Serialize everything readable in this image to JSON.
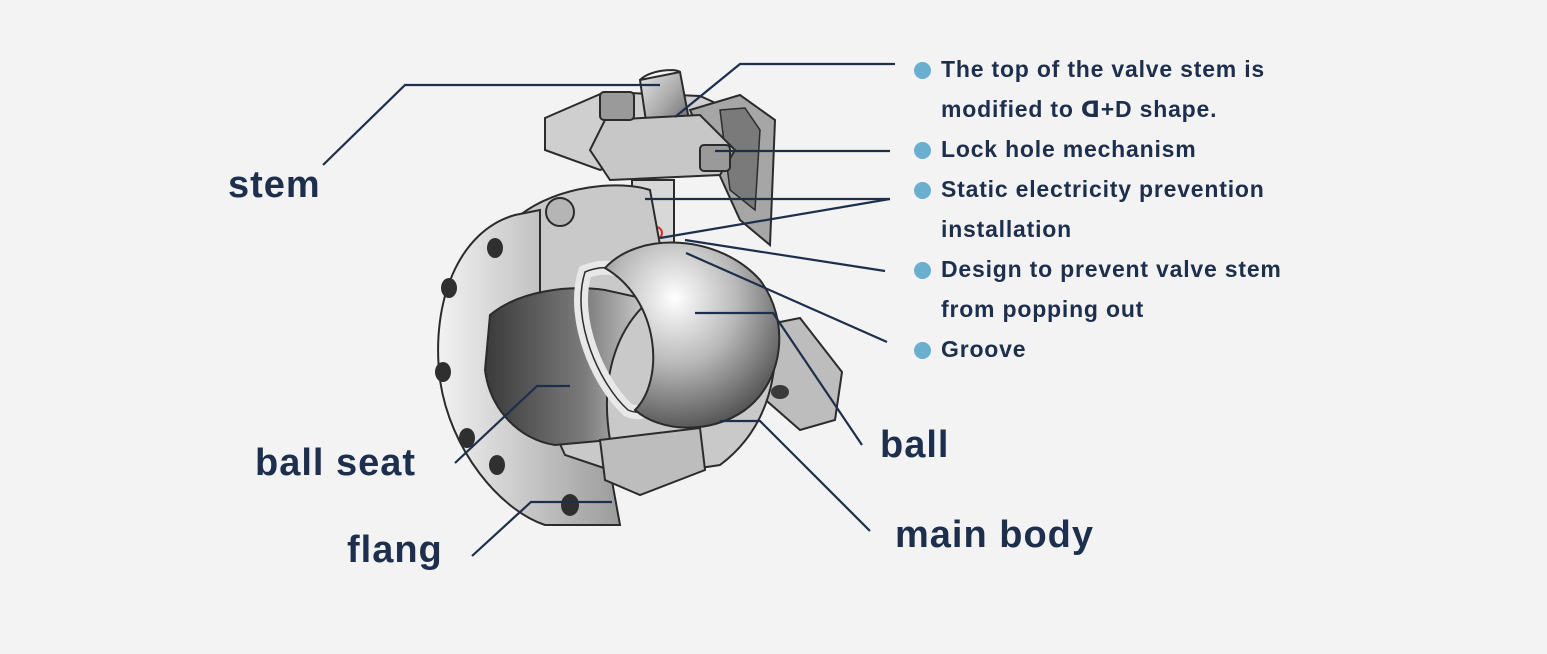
{
  "colors": {
    "background": "#f3f3f3",
    "text": "#1d2f4d",
    "bullet": "#6aaed0",
    "marker": "#d9302c"
  },
  "labels": {
    "stem": "stem",
    "ball_seat": "ball seat",
    "flang": "flang",
    "ball": "ball",
    "main_body": "main body"
  },
  "features": [
    {
      "lines": [
        "The top of the valve stem is",
        "modified to ᗡ+D shape."
      ]
    },
    {
      "lines": [
        "Lock hole mechanism"
      ]
    },
    {
      "lines": [
        "Static electricity prevention",
        "installation"
      ]
    },
    {
      "lines": [
        "Design to prevent valve stem",
        "from popping out"
      ]
    },
    {
      "lines": [
        "Groove"
      ]
    }
  ]
}
